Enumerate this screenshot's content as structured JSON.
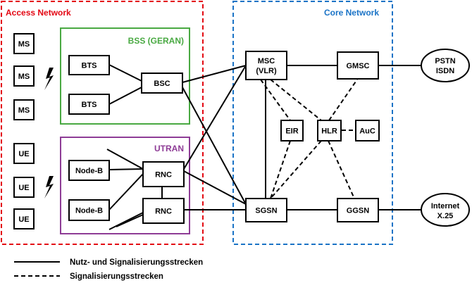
{
  "regions": {
    "access": {
      "title": "Access Network",
      "color": "#e30613"
    },
    "core": {
      "title": "Core Network",
      "color": "#1a73c6"
    },
    "bss": {
      "title": "BSS (GERAN)",
      "color": "#49a942"
    },
    "utran": {
      "title": "UTRAN",
      "color": "#8e3c96"
    }
  },
  "nodes": {
    "ms1": "MS",
    "ms2": "MS",
    "ms3": "MS",
    "ue1": "UE",
    "ue2": "UE",
    "ue3": "UE",
    "bts1": "BTS",
    "bts2": "BTS",
    "bsc": "BSC",
    "nodeb1": "Node-B",
    "nodeb2": "Node-B",
    "rnc1": "RNC",
    "rnc2": "RNC",
    "msc_line1": "MSC",
    "msc_line2": "(VLR)",
    "gmsc": "GMSC",
    "eir": "EIR",
    "hlr": "HLR",
    "auc": "AuC",
    "sgsn": "SGSN",
    "ggsn": "GGSN",
    "pstn_line1": "PSTN",
    "pstn_line2": "ISDN",
    "internet_line1": "Internet",
    "internet_line2": "X.25"
  },
  "legend": {
    "solid": "Nutz- und Signalisierungsstrecken",
    "dashed": "Signalisierungsstrecken"
  }
}
